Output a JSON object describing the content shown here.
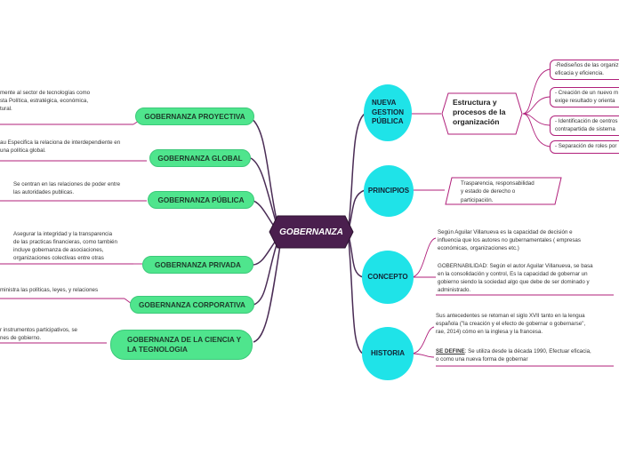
{
  "center": {
    "title": "GOBERNANZA"
  },
  "left_nodes": [
    {
      "label": "GOBERNANZA PROYECTIVA"
    },
    {
      "label": "GOBERNANZA GLOBAL"
    },
    {
      "label": "GOBERNANZA PÚBLICA"
    },
    {
      "label": "GOBERNANZA PRIVADA"
    },
    {
      "label": "GOBERNANZA CORPORATIVA"
    },
    {
      "label_line1": "GOBERNANZA DE LA CIENCIA Y",
      "label_line2": "LA TEGNOLOGIA"
    }
  ],
  "left_texts": [
    {
      "lines": [
        "mente al sector de tecnologías como",
        "sta Política, estratégica, económica,",
        "tural."
      ]
    },
    {
      "lines": [
        "au Especifica la relaciona de interdependiente en",
        "una política global."
      ]
    },
    {
      "lines": [
        "Se centran en las relaciones de poder entre",
        "las autoridades publicas."
      ]
    },
    {
      "lines": [
        "Asegurar la integridad y la transparencia",
        "de las practicas financieras, como también",
        "incluye gobernanza de asociaciones,",
        "organizaciones colectivas entre otras"
      ]
    },
    {
      "lines": [
        "ministra las  políticas, leyes, y relaciones"
      ]
    },
    {
      "lines": [
        "r instrumentos participativos, se",
        "nes de gobierno."
      ]
    }
  ],
  "right_nodes": [
    {
      "line1": "NUEVA",
      "line2": "GESTION",
      "line3": "PÚBLICA"
    },
    {
      "label": "PRINCIPIOS"
    },
    {
      "label": "CONCEPTO"
    },
    {
      "label": "HISTORIA"
    }
  ],
  "estructura": {
    "line1": "Estructura y",
    "line2": "procesos de la",
    "line3": "organización"
  },
  "estructura_items": [
    {
      "line1": "-Rediseños de las organiz",
      "line2": "eficacia y eficiencia."
    },
    {
      "line1": "- Creación de un nuevo m",
      "line2": "exige resultado y orienta"
    },
    {
      "line1": "- Identificación de centros",
      "line2": "contrapartida de sistema"
    },
    {
      "line1": "- Separación de roles por"
    }
  ],
  "principios_text": {
    "lines": [
      "Trasparencia, responsabilidad",
      "y estado de derecho o",
      "participación."
    ]
  },
  "concepto_text": {
    "p1": [
      "Según Aguilar Villanueva es la capacidad de decisión e",
      "influencia que los autores no gubernamentales ( empresas",
      "económicas, organizaciones etc.)"
    ],
    "p2": [
      "GOBERNABILIDAD: Según el autor Aguilar Villanueva, se basa",
      "en la consolidación y control, Es la capacidad de gobernar un",
      "gobierno siendo la sociedad algo que debe de ser dominado y",
      "administrado."
    ]
  },
  "historia_text": {
    "p1": [
      "Sus antecedentes se retoman el siglo XVII tanto en la lengua",
      "española (\"la creación y el efecto de gobernar o gobernarse\",",
      "rae, 2014) cómo en la inglesa y la francesa."
    ],
    "p2_label": "SE DEFINE",
    "p2_rest": ": Se utiliza desde la década 1990, Efectuar eficacia,",
    "p2_line2": "o como una nueva forma de gobernar"
  },
  "colors": {
    "pill": "#4fe58d",
    "circle": "#1fe3e8",
    "center": "#4a1f4e",
    "accent": "#b01f7a"
  }
}
